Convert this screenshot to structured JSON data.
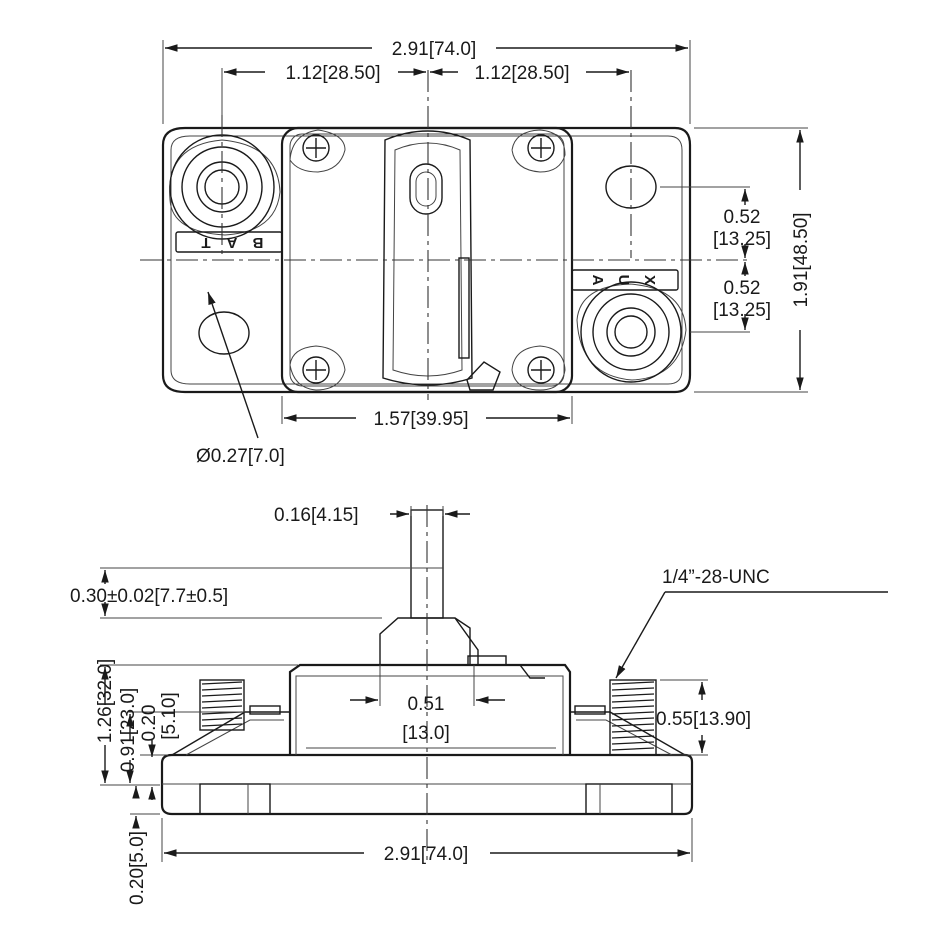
{
  "top_view": {
    "overall_width": "2.91[74.0]",
    "left_offset": "1.12[28.50]",
    "right_offset": "1.12[28.50]",
    "upper_offset": "0.52",
    "upper_offset_mm": "[13.25]",
    "lower_offset": "0.52",
    "lower_offset_mm": "[13.25]",
    "overall_height": "1.91[48.50]",
    "body_width": "1.57[39.95]",
    "hole_diameter": "Ø0.27[7.0]",
    "terminal_left_letters": [
      "B",
      "A",
      "T"
    ],
    "terminal_right_letters": [
      "A",
      "U",
      "X"
    ]
  },
  "side_view": {
    "stem_width": "0.16[4.15]",
    "stem_height": "0.30±0.02[7.7±0.5]",
    "thread_spec": "1/4”-28-UNC",
    "total_height": "1.26[32.0]",
    "body_height": "0.91[23.0]",
    "flange_height": "0.20",
    "flange_height_mm": "[5.10]",
    "base_width": "0.51",
    "base_width_mm": "[13.0]",
    "stud_length": "0.55[13.90]",
    "foot_height": "0.20[5.0]",
    "overall_width": "2.91[74.0]"
  }
}
